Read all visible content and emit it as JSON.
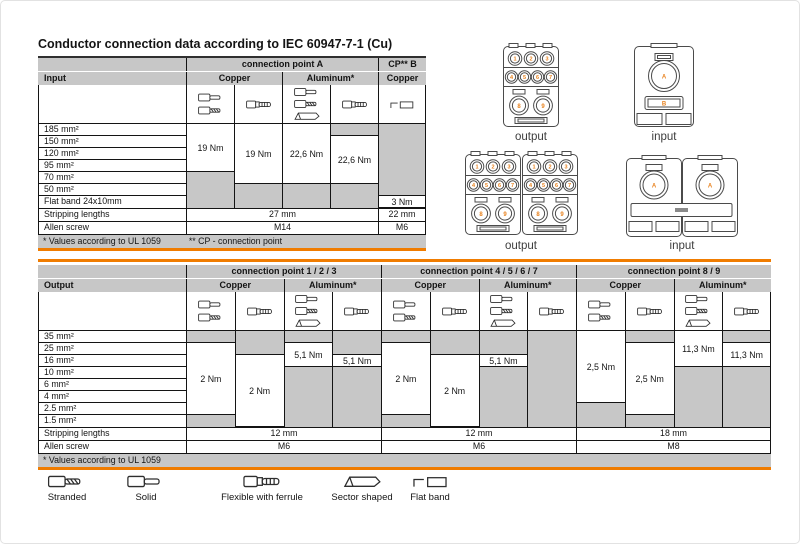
{
  "page_title": "Conductor connection data according to IEC 60947-7-1 (Cu)",
  "colors": {
    "accent_orange": "#f07c00",
    "cell_gray": "#c7c7c7",
    "border": "#141414"
  },
  "table_input": {
    "row_header": "Input",
    "groups": [
      {
        "label": "connection point A",
        "span": 4
      },
      {
        "label": "CP** B",
        "span": 1
      }
    ],
    "subgroups": [
      {
        "label": "Copper",
        "span": 2
      },
      {
        "label": "Aluminum*",
        "span": 2
      },
      {
        "label": "Copper",
        "span": 1
      }
    ],
    "col_icons": [
      [
        "solid",
        "stranded"
      ],
      [
        "ferrule"
      ],
      [
        "solid",
        "stranded",
        "sector"
      ],
      [
        "ferrule"
      ],
      [
        "flatband"
      ]
    ],
    "rows": [
      "185 mm²",
      "150 mm²",
      "120 mm²",
      "95 mm²",
      "70 mm²",
      "50 mm²",
      "Flat band 24x10mm"
    ],
    "cells": [
      {
        "col": 0,
        "start": 0,
        "span": 4,
        "value": "19 Nm"
      },
      {
        "col": 1,
        "start": 0,
        "span": 5,
        "value": "19 Nm"
      },
      {
        "col": 2,
        "start": 0,
        "span": 5,
        "value": "22,6 Nm"
      },
      {
        "col": 3,
        "start": 1,
        "span": 4,
        "value": "22,6 Nm"
      },
      {
        "col": 4,
        "start": 6,
        "span": 1,
        "value": "3 Nm"
      }
    ],
    "stripping": {
      "label": "Stripping lengths",
      "values": [
        {
          "span": 4,
          "value": "27 mm"
        },
        {
          "span": 1,
          "value": "22 mm"
        }
      ]
    },
    "allen": {
      "label": "Allen screw",
      "values": [
        {
          "span": 4,
          "value": "M14"
        },
        {
          "span": 1,
          "value": "M6"
        }
      ]
    },
    "footnotes": [
      "* Values according to UL 1059",
      "** CP - connection point"
    ]
  },
  "table_output": {
    "row_header": "Output",
    "groups": [
      {
        "label": "connection point 1 / 2 / 3",
        "span": 4
      },
      {
        "label": "connection point 4 / 5 / 6 / 7",
        "span": 4
      },
      {
        "label": "connection point 8 / 9",
        "span": 4
      }
    ],
    "subgroups": [
      {
        "label": "Copper",
        "span": 2
      },
      {
        "label": "Aluminum*",
        "span": 2
      },
      {
        "label": "Copper",
        "span": 2
      },
      {
        "label": "Aluminum*",
        "span": 2
      },
      {
        "label": "Copper",
        "span": 2
      },
      {
        "label": "Aluminum*",
        "span": 2
      }
    ],
    "col_icons": [
      [
        "solid",
        "stranded"
      ],
      [
        "ferrule"
      ],
      [
        "solid",
        "stranded",
        "sector"
      ],
      [
        "ferrule"
      ],
      [
        "solid",
        "stranded"
      ],
      [
        "ferrule"
      ],
      [
        "solid",
        "stranded",
        "sector"
      ],
      [
        "ferrule"
      ],
      [
        "solid",
        "stranded"
      ],
      [
        "ferrule"
      ],
      [
        "solid",
        "stranded",
        "sector"
      ],
      [
        "ferrule"
      ]
    ],
    "rows": [
      "35 mm²",
      "25 mm²",
      "16 mm²",
      "10 mm²",
      "6 mm²",
      "4 mm²",
      "2.5 mm²",
      "1.5 mm²"
    ],
    "cells": [
      {
        "col": 0,
        "start": 1,
        "span": 6,
        "value": "2 Nm"
      },
      {
        "col": 1,
        "start": 2,
        "span": 6,
        "value": "2 Nm"
      },
      {
        "col": 2,
        "start": 1,
        "span": 2,
        "value": "5,1 Nm"
      },
      {
        "col": 3,
        "start": 2,
        "span": 1,
        "value": "5,1 Nm"
      },
      {
        "col": 4,
        "start": 1,
        "span": 6,
        "value": "2 Nm"
      },
      {
        "col": 5,
        "start": 2,
        "span": 6,
        "value": "2 Nm"
      },
      {
        "col": 6,
        "start": 2,
        "span": 1,
        "value": "5,1 Nm"
      },
      {
        "col": 8,
        "start": 0,
        "span": 6,
        "value": "2,5 Nm"
      },
      {
        "col": 9,
        "start": 1,
        "span": 6,
        "value": "2,5 Nm"
      },
      {
        "col": 10,
        "start": 0,
        "span": 3,
        "value": "11,3 Nm"
      },
      {
        "col": 11,
        "start": 1,
        "span": 2,
        "value": "11,3 Nm"
      }
    ],
    "stripping": {
      "label": "Stripping lengths",
      "values": [
        {
          "span": 4,
          "value": "12 mm"
        },
        {
          "span": 4,
          "value": "12 mm"
        },
        {
          "span": 4,
          "value": "18 mm"
        }
      ]
    },
    "allen": {
      "label": "Allen screw",
      "values": [
        {
          "span": 4,
          "value": "M6"
        },
        {
          "span": 4,
          "value": "M6"
        },
        {
          "span": 4,
          "value": "M8"
        }
      ]
    },
    "footnotes": [
      "* Values according to UL 1059"
    ]
  },
  "legend": [
    {
      "icon": "stranded",
      "label": "Stranded"
    },
    {
      "icon": "solid",
      "label": "Solid"
    },
    {
      "icon": "ferrule",
      "label": "Flexible with ferrule"
    },
    {
      "icon": "sector",
      "label": "Sector shaped"
    },
    {
      "icon": "flatband",
      "label": "Flat band"
    }
  ],
  "diagrams": {
    "top_output_label": "output",
    "top_input_label": "input",
    "bottom_output_label": "output",
    "bottom_input_label": "input",
    "output_points": {
      "row1": [
        "1",
        "2",
        "3"
      ],
      "row2": [
        "4",
        "5",
        "6",
        "7"
      ],
      "row3": [
        "8",
        "9"
      ]
    },
    "input_points": {
      "circle": "A",
      "rect": "B"
    }
  }
}
